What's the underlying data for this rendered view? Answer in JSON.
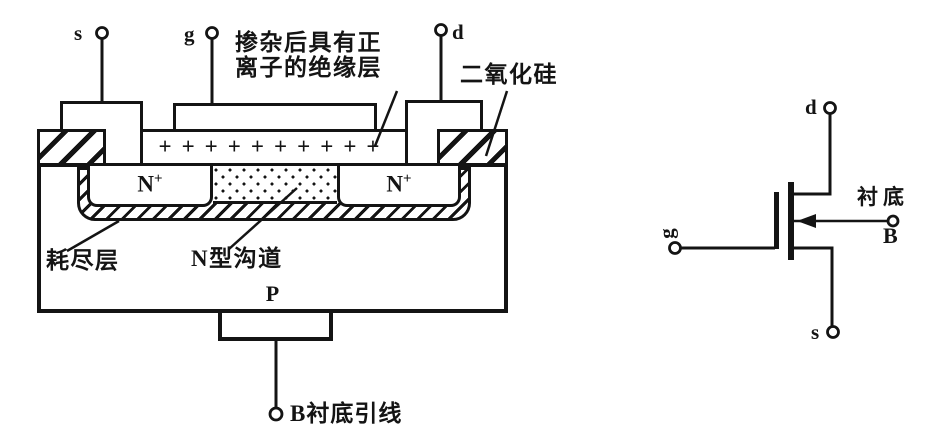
{
  "colors": {
    "ink": "#141414",
    "paper": "#ffffff"
  },
  "cross_section": {
    "terminal_s": "s",
    "terminal_g": "g",
    "terminal_d": "d",
    "insulator_label_line1": "掺杂后具有正",
    "insulator_label_line2": "离子的绝缘层",
    "sio2_label": "二氧化硅",
    "plus_ions_row": "++++++++++",
    "n_plus_base": "N",
    "n_plus_sup": "+",
    "depletion_label": "耗尽层",
    "channel_label": "N型沟道",
    "p_label": "P",
    "b_lead_label": "B衬底引线"
  },
  "symbol": {
    "terminal_d": "d",
    "terminal_g": "g",
    "terminal_s": "s",
    "bulk_label": "B",
    "substrate_label": "衬底"
  }
}
